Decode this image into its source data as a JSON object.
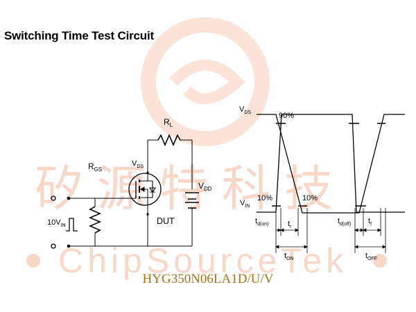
{
  "title": "Switching Time Test Circuit",
  "part_number": "HYG350N06LA1D/U/V",
  "watermark": {
    "cjk_text": "矽源特科技",
    "latin_text": "ChipSourceTek",
    "color": "#f6cfc0"
  },
  "circuit": {
    "rl_main": "R",
    "rl_sub": "L",
    "rgs_main": "R",
    "rgs_sub": "GS",
    "vds_main": "V",
    "vds_sub": "DS",
    "vdd_main": "V",
    "vdd_sub": "DD",
    "vin_prefix": "10V",
    "vin_sub": "IN",
    "dut_label": "DUT"
  },
  "waveform": {
    "vds_main": "V",
    "vds_sub": "DS",
    "vin_main": "V",
    "vin_sub": "IN",
    "pct_90": "90%",
    "pct_10_left": "10%",
    "pct_10_right": "10%",
    "td_on_main": "t",
    "td_on_sub": "d(on)",
    "tr_main": "t",
    "tr_sub": "r",
    "ton_main": "t",
    "ton_sub": "ON",
    "td_off_main": "t",
    "td_off_sub": "d(off)",
    "tf_main": "t",
    "tf_sub": "f",
    "toff_main": "t",
    "toff_sub": "OFF"
  },
  "colors": {
    "line": "#000000",
    "part_number": "#a3741e"
  }
}
